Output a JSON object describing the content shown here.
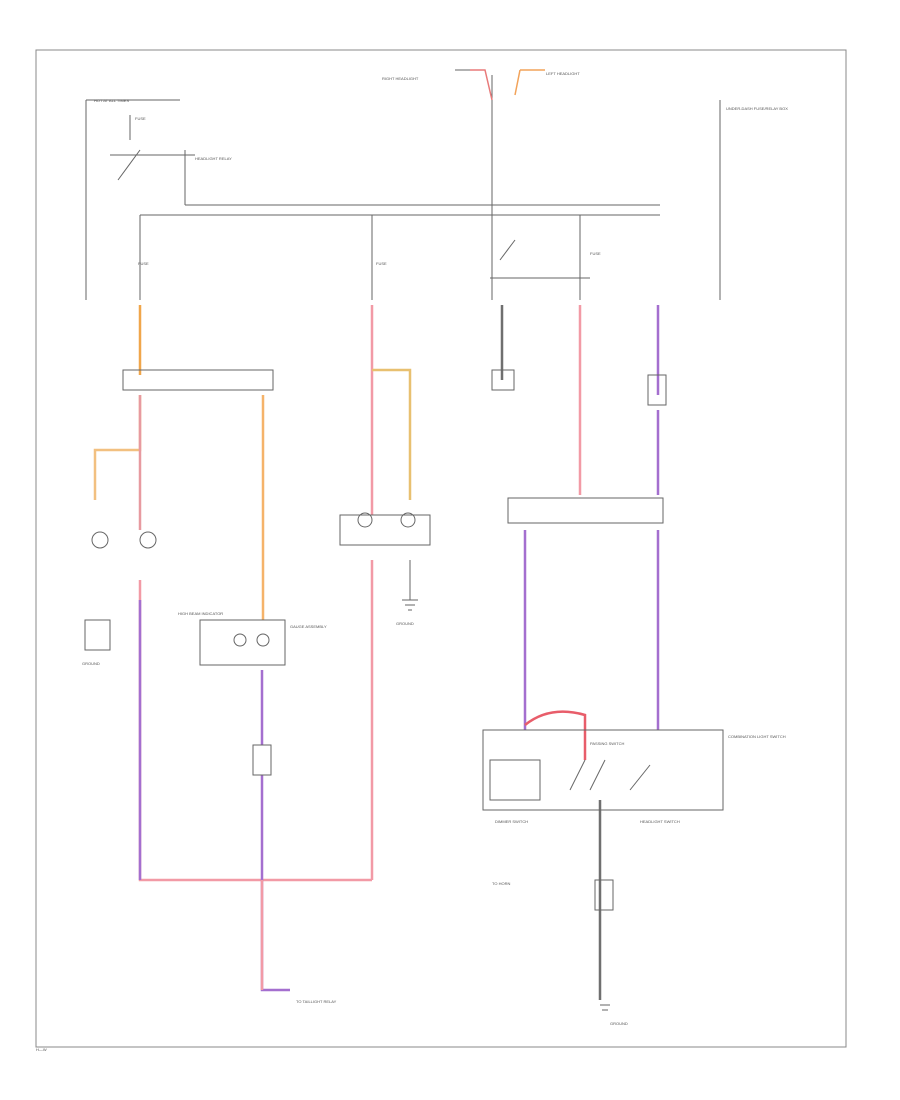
{
  "labels": {
    "hot_at_all_times": "HOT AT ALL TIMES",
    "fuse_top": "FUSE",
    "headlight_relay": "HEADLIGHT RELAY",
    "right_hl": "RIGHT HEADLIGHT",
    "left_hl": "LEFT HEADLIGHT",
    "under_dash_box": "UNDER-DASH FUSE/RELAY BOX",
    "fuse_left": "FUSE",
    "fuse_center": "FUSE",
    "fuse_right": "FUSE",
    "gauge_assembly": "GAUGE ASSEMBLY",
    "high_beam_indicator": "HIGH BEAM INDICATOR",
    "dimmer_switch": "DIMMER SWITCH",
    "headlight_switch": "HEADLIGHT SWITCH",
    "combination_switch": "COMBINATION LIGHT SWITCH",
    "passing_switch": "PASSING SWITCH",
    "ground_left": "GROUND",
    "ground_center": "GROUND",
    "ground_bottom": "GROUND",
    "to_lighting": "TO TAILLIGHT RELAY",
    "to_horn": "TO HORN"
  },
  "footer": "H—W"
}
